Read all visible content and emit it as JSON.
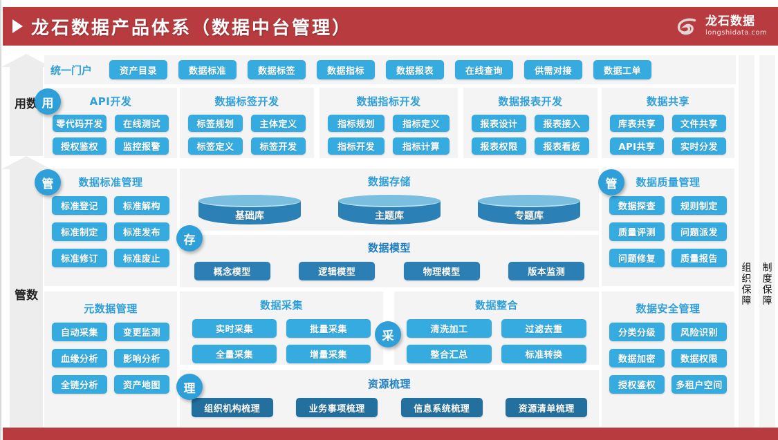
{
  "header": {
    "title": "龙石数据产品体系（数据中台管理）",
    "triangle_icon": "play-triangle-icon",
    "logo": {
      "cn": "龙石数据",
      "en": "longshidata.com",
      "mark": "swirl-logo-icon"
    },
    "bg_color": "#b83c3f"
  },
  "left_arrows": [
    {
      "id": "use",
      "label": "用数"
    },
    {
      "id": "manage",
      "label": "管数"
    }
  ],
  "right_columns": [
    {
      "id": "org",
      "label": "组织保障"
    },
    {
      "id": "system",
      "label": "制度保障"
    }
  ],
  "badges": [
    {
      "id": "use",
      "label": "用"
    },
    {
      "id": "manage-left",
      "label": "管"
    },
    {
      "id": "store",
      "label": "存"
    },
    {
      "id": "collect",
      "label": "采"
    },
    {
      "id": "arrange",
      "label": "理"
    },
    {
      "id": "manage-right",
      "label": "管"
    }
  ],
  "portal_row": {
    "label": "统一门户",
    "buttons": [
      "资产目录",
      "数据标准",
      "数据标签",
      "数据指标",
      "数据报表",
      "在线查询",
      "供需对接",
      "数据工单"
    ]
  },
  "dev_panels": [
    {
      "title": "API开发",
      "buttons": [
        "零代码开发",
        "在线测试",
        "授权鉴权",
        "监控报警"
      ]
    },
    {
      "title": "数据标签开发",
      "buttons": [
        "标签规划",
        "主体定义",
        "标签定义",
        "标签开发"
      ]
    },
    {
      "title": "数据指标开发",
      "buttons": [
        "指标规划",
        "指标定义",
        "指标开发",
        "指标计算"
      ]
    },
    {
      "title": "数据报表开发",
      "buttons": [
        "报表设计",
        "报表接入",
        "报表权限",
        "报表看板"
      ]
    },
    {
      "title": "数据共享",
      "buttons": [
        "库表共享",
        "文件共享",
        "API共享",
        "实时分发"
      ]
    }
  ],
  "standard_panel": {
    "title": "数据标准管理",
    "buttons": [
      "标准登记",
      "标准解构",
      "标准制定",
      "标准发布",
      "标准修订",
      "标准废止"
    ]
  },
  "metadata_panel": {
    "title": "元数据管理",
    "buttons": [
      "自动采集",
      "变更监测",
      "血缘分析",
      "影响分析",
      "全链分析",
      "资产地图"
    ]
  },
  "quality_panel": {
    "title": "数据质量管理",
    "buttons": [
      "数据探查",
      "规则制定",
      "质量评测",
      "问题派发",
      "问题修复",
      "质量报告"
    ]
  },
  "security_panel": {
    "title": "数据安全管理",
    "buttons": [
      "分类分级",
      "风险识别",
      "数据加密",
      "数据权限",
      "授权鉴权",
      "多租户空间"
    ]
  },
  "storage_panel": {
    "title": "数据存储",
    "cylinders": [
      "基础库",
      "主题库",
      "专题库"
    ]
  },
  "model_panel": {
    "title": "数据模型",
    "buttons": [
      "概念模型",
      "逻辑模型",
      "物理模型",
      "版本监测"
    ]
  },
  "collect_panel": {
    "title": "数据采集",
    "buttons": [
      "实时采集",
      "批量采集",
      "全量采集",
      "增量采集"
    ]
  },
  "integrate_panel": {
    "title": "数据整合",
    "buttons": [
      "清洗加工",
      "过滤去重",
      "整合汇总",
      "标准转换"
    ]
  },
  "resource_panel": {
    "title": "资源梳理",
    "buttons": [
      "组织机构梳理",
      "业务事项梳理",
      "信息系统梳理",
      "资源清单梳理"
    ]
  },
  "colors": {
    "brand_red": "#b83c3f",
    "button_blue": "#35abe0",
    "button_deep_blue": "#2b7fb5",
    "button_deeper_blue": "#236f9e",
    "panel_bg": "#f4f4f4",
    "title_blue": "#2f9fd9"
  }
}
